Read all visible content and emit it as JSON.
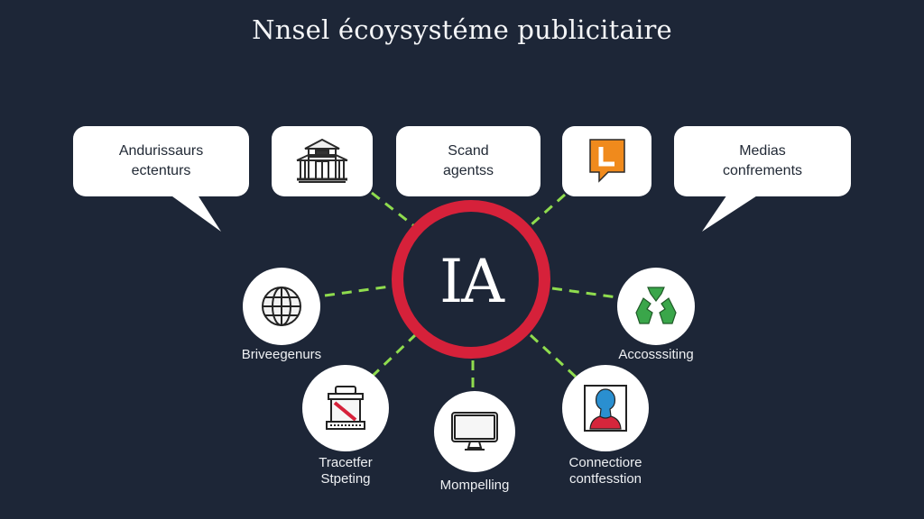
{
  "title": "Nnsel écoysystéme publicitaire",
  "hub": {
    "label": "IA",
    "ring_color": "#d6213a"
  },
  "colors": {
    "background": "#1d2637",
    "connector": "#8fdc4e",
    "card": "#ffffff",
    "card_text": "#222a36",
    "orange_icon": "#f08a1c",
    "recycle_green": "#3aa64a",
    "avatar_blue": "#2a8fd0",
    "avatar_red": "#d6263c"
  },
  "top_cards": [
    {
      "id": "advertisers",
      "text": "Andurissaurs\nectenturs",
      "type": "speech-bubble-left"
    },
    {
      "id": "institution",
      "icon": "building-icon",
      "type": "icon-card"
    },
    {
      "id": "brand-agents",
      "text": "Scand\nagentss",
      "type": "text-card"
    },
    {
      "id": "orange-chat",
      "icon": "chat-l-icon",
      "icon_letter": "L",
      "type": "icon-card"
    },
    {
      "id": "media",
      "text": "Medias\nconfrements",
      "type": "speech-bubble-right"
    }
  ],
  "nodes": [
    {
      "id": "globe",
      "icon": "globe-icon",
      "label": "Briveegenurs"
    },
    {
      "id": "recycle",
      "icon": "recycle-icon",
      "label": "Accosssiting"
    },
    {
      "id": "printer",
      "icon": "printer-icon",
      "label": "Tracetfer\nStpeting"
    },
    {
      "id": "monitor",
      "icon": "monitor-icon",
      "label": "Mompelling"
    },
    {
      "id": "profile",
      "icon": "user-profile-icon",
      "label": "Connectiore\ncontfesstion"
    }
  ]
}
